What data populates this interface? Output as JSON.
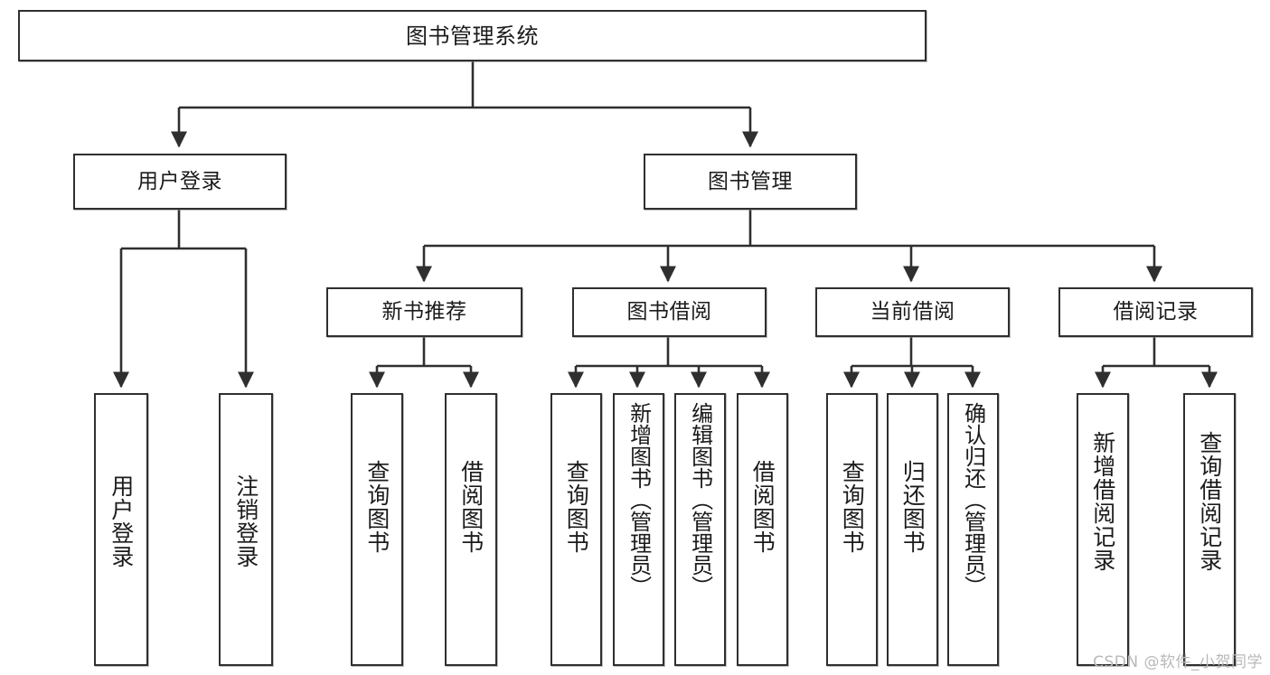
{
  "diagram": {
    "title": "图书管理系统",
    "type": "tree-hierarchy-chart",
    "watermark": "CSDN @软件_小贺同学",
    "colors": {
      "box_border": "#2f2f2f",
      "box_fill": "#ffffff",
      "edge": "#2f2f2f",
      "text": "#1b1b1b",
      "watermark": "#b9b9b9",
      "background": "#ffffff"
    },
    "nodes": {
      "root": {
        "label": "图书管理系统"
      },
      "level2": [
        {
          "id": "user-login",
          "label": "用户登录"
        },
        {
          "id": "book-manage",
          "label": "图书管理"
        }
      ],
      "level3": [
        {
          "id": "new-book-recommend",
          "label": "新书推荐"
        },
        {
          "id": "book-borrow",
          "label": "图书借阅"
        },
        {
          "id": "current-borrow",
          "label": "当前借阅"
        },
        {
          "id": "borrow-record",
          "label": "借阅记录"
        }
      ],
      "leaves": {
        "user_login": [
          {
            "id": "leaf-user-login",
            "label": "用户登录"
          },
          {
            "id": "leaf-logout",
            "label": "注销登录"
          }
        ],
        "new_book_recommend": [
          {
            "id": "leaf-query-book-1",
            "label": "查询图书"
          },
          {
            "id": "leaf-borrow-book-1",
            "label": "借阅图书"
          }
        ],
        "book_borrow": [
          {
            "id": "leaf-query-book-2",
            "label": "查询图书"
          },
          {
            "id": "leaf-add-book",
            "label": "新增图书（管理员）"
          },
          {
            "id": "leaf-edit-book",
            "label": "编辑图书（管理员）"
          },
          {
            "id": "leaf-borrow-book-2",
            "label": "借阅图书"
          }
        ],
        "current_borrow": [
          {
            "id": "leaf-query-book-3",
            "label": "查询图书"
          },
          {
            "id": "leaf-return-book",
            "label": "归还图书"
          },
          {
            "id": "leaf-confirm-return",
            "label": "确认归还（管理员）"
          }
        ],
        "borrow_record": [
          {
            "id": "leaf-add-record",
            "label": "新增借阅记录"
          },
          {
            "id": "leaf-query-record",
            "label": "查询借阅记录"
          }
        ]
      }
    }
  }
}
